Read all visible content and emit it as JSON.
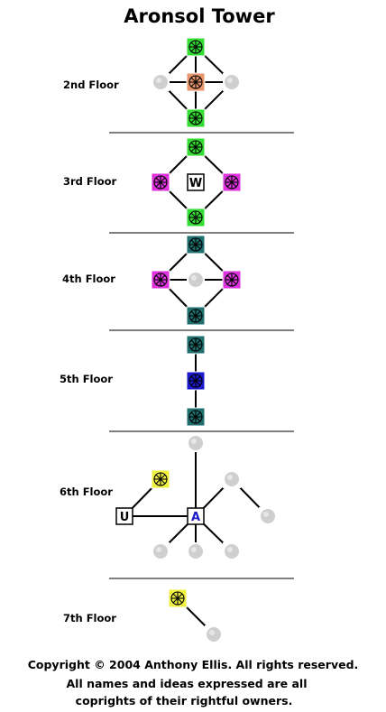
{
  "title": "Aronsol Tower",
  "floors": [
    {
      "label": "2nd Floor"
    },
    {
      "label": "3rd Floor"
    },
    {
      "label": "4th Floor"
    },
    {
      "label": "5th Floor"
    },
    {
      "label": "6th Floor"
    },
    {
      "label": "7th Floor"
    }
  ],
  "letters": {
    "w": "W",
    "u": "U",
    "a": "A"
  },
  "tile_colors": {
    "green": "#33dd33",
    "orange": "#e8956b",
    "magenta": "#dd33dd",
    "teal": "#1f6f6f",
    "blue": "#1a1acc",
    "yellow": "#f0f040",
    "gray": "#cfcfcf",
    "letter_blue": "#1a1acc"
  },
  "footer": {
    "line1": "Copyright © 2004 Anthony Ellis. All rights reserved.",
    "line2": "All names and ideas expressed are all",
    "line3": "coprights of their rightful owners."
  }
}
